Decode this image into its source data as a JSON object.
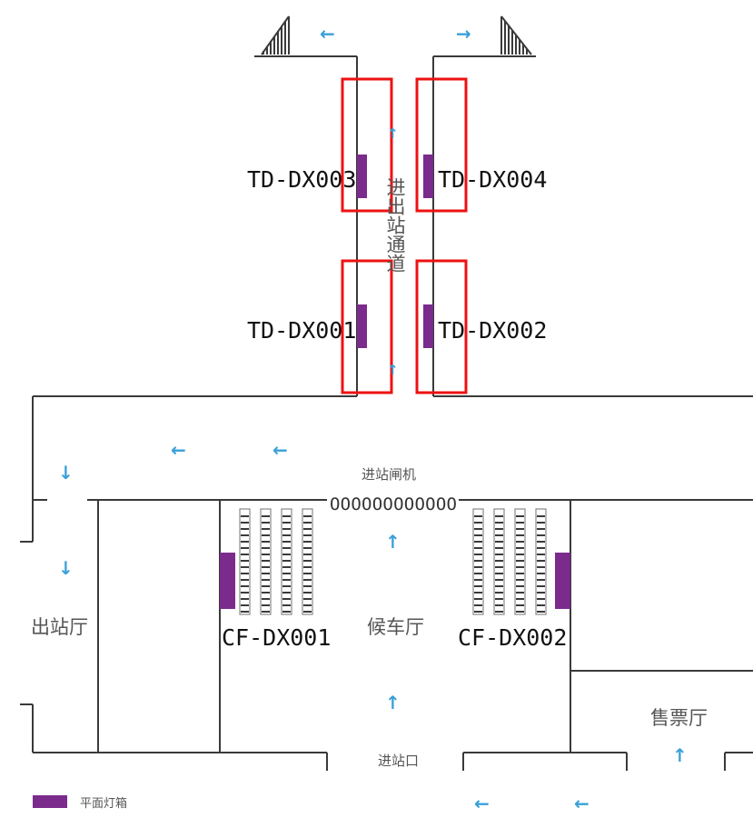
{
  "labels": {
    "td_dx003": "TD-DX003",
    "td_dx004": "TD-DX004",
    "td_dx001": "TD-DX001",
    "td_dx002": "TD-DX002",
    "cf_dx001": "CF-DX001",
    "cf_dx002": "CF-DX002",
    "passage": "进出站通道",
    "gate_machines": "进站闸机",
    "exit_hall": "出站厅",
    "waiting_hall": "候车厅",
    "ticket_hall": "售票厅",
    "entrance": "进站口",
    "gate_glyphs": "OOOOOOOOOOOO"
  },
  "legend": {
    "label": "平面灯箱",
    "swatch_color": "#7b2b8c"
  },
  "colors": {
    "highlight": "#ee1111",
    "lightbox": "#7b2b8c",
    "arrow": "#3aa0d8",
    "wall": "#3a3a3a"
  },
  "icons": {
    "arrow_left": "←",
    "arrow_right": "→",
    "arrow_up": "↑",
    "arrow_down": "↓"
  }
}
